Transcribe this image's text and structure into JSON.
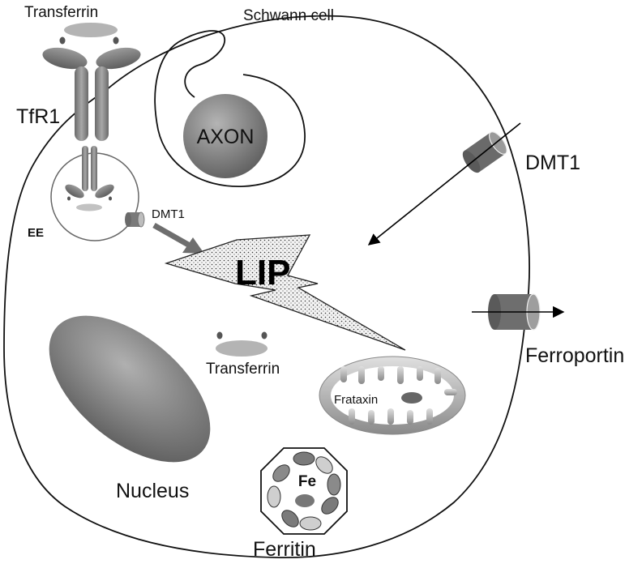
{
  "labels": {
    "schwann_cell": "Schwann cell",
    "transferrin_top": "Transferrin",
    "tfr1": "TfR1",
    "axon": "AXON",
    "dmt1_membrane": "DMT1",
    "dmt1_endosome": "DMT1",
    "ee": "EE",
    "lip": "LIP",
    "transferrin_free": "Transferrin",
    "ferroportin": "Ferroportin",
    "frataxin": "Frataxin",
    "fe": "Fe",
    "nucleus": "Nucleus",
    "ferritin": "Ferritin"
  }
}
